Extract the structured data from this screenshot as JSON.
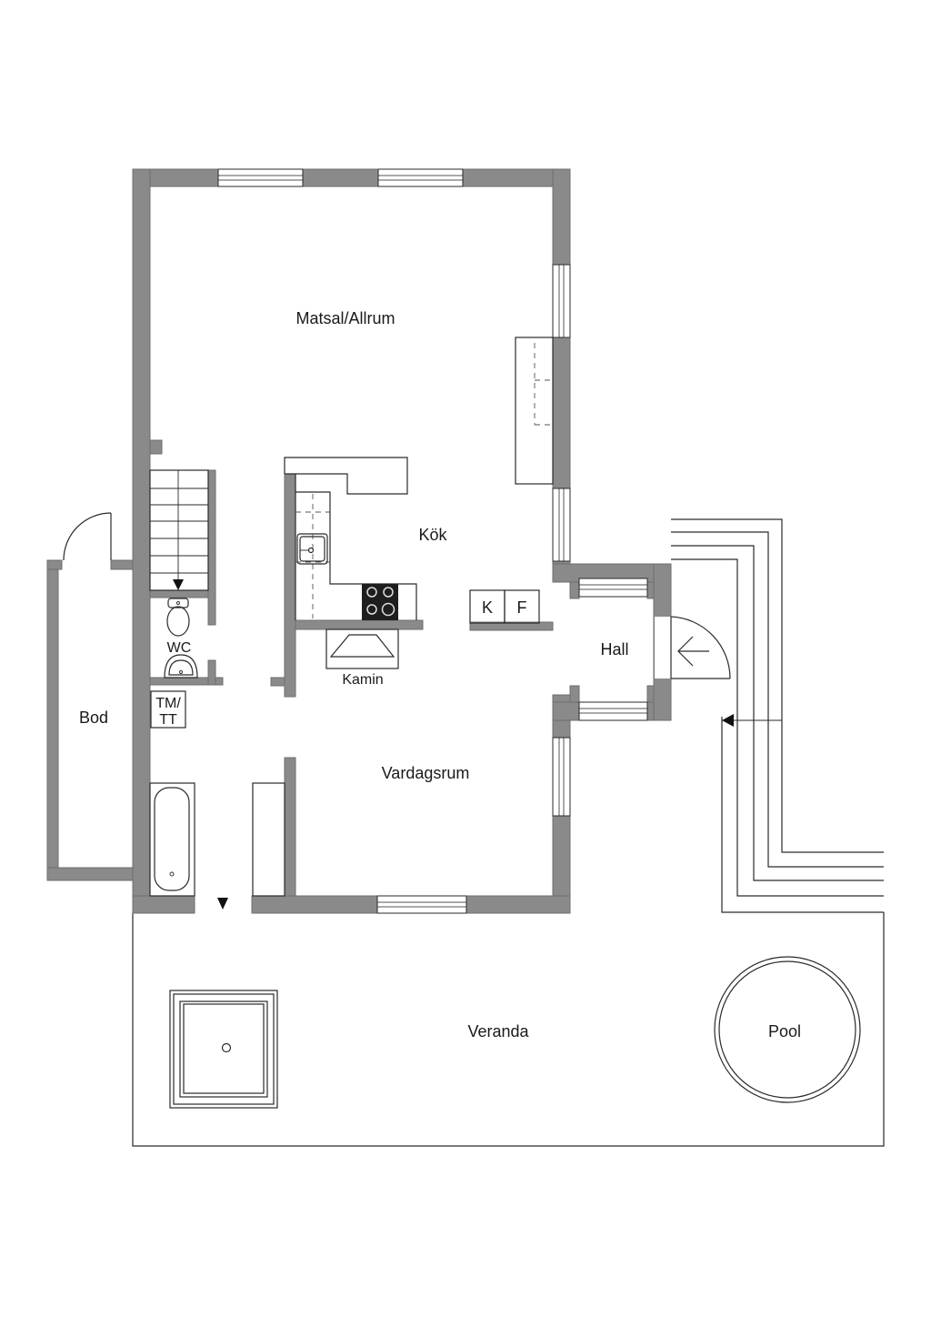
{
  "rooms": {
    "matsal": "Matsal/Allrum",
    "kok": "Kök",
    "hall": "Hall",
    "wc": "WC",
    "kamin": "Kamin",
    "tmtt_line1": "TM/",
    "tmtt_line2": "TT",
    "bod": "Bod",
    "vardagsrum": "Vardagsrum",
    "veranda": "Veranda",
    "pool": "Pool"
  },
  "appliances": {
    "fridge": "K",
    "freezer": "F"
  },
  "colors": {
    "wall": "#8a8a8a",
    "line": "#2a2a2a",
    "background": "#ffffff"
  }
}
